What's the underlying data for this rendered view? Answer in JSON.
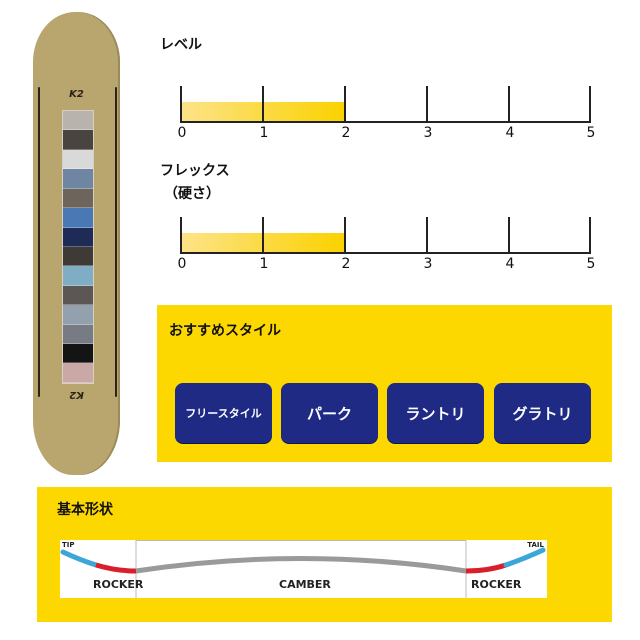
{
  "product": {
    "board_logo_top": "K2",
    "board_logo_bottom": "K2",
    "board_color": "#b9a56e",
    "graphic_strip_colors": [
      "#b9b3ae",
      "#4a4440",
      "#d9d9d9",
      "#6f86a3",
      "#6d645b",
      "#4a78b5",
      "#1f2b57",
      "#403a37",
      "#7eadc4",
      "#5c5654",
      "#93a0ad",
      "#777c84",
      "#141414",
      "#c9a8a6"
    ]
  },
  "ratings": [
    {
      "title": "レベル",
      "value": 2,
      "max": 5,
      "ticks": [
        "0",
        "1",
        "2",
        "3",
        "4",
        "5"
      ]
    },
    {
      "title": "フレックス",
      "subtitle": "（硬さ）",
      "value": 2,
      "max": 5,
      "ticks": [
        "0",
        "1",
        "2",
        "3",
        "4",
        "5"
      ]
    }
  ],
  "recommended_style": {
    "title": "おすすめスタイル",
    "buttons": [
      {
        "label": "フリースタイル"
      },
      {
        "label": "パーク"
      },
      {
        "label": "ラントリ"
      },
      {
        "label": "グラトリ"
      }
    ]
  },
  "basic_shape": {
    "title": "基本形状",
    "tip_label": "TIP",
    "tail_label": "TAIL",
    "zones": [
      {
        "label": "ROCKER"
      },
      {
        "label": "CAMBER"
      },
      {
        "label": "ROCKER"
      }
    ],
    "colors": {
      "tip_tail": "#3ba6d8",
      "rocker": "#d81f2a",
      "camber": "#9a9a9a"
    }
  },
  "colors": {
    "accent_yellow": "#fdd800",
    "button_navy": "#1e2a84",
    "fill_gradient_start": "#fde38a",
    "fill_gradient_end": "#fbd200"
  }
}
